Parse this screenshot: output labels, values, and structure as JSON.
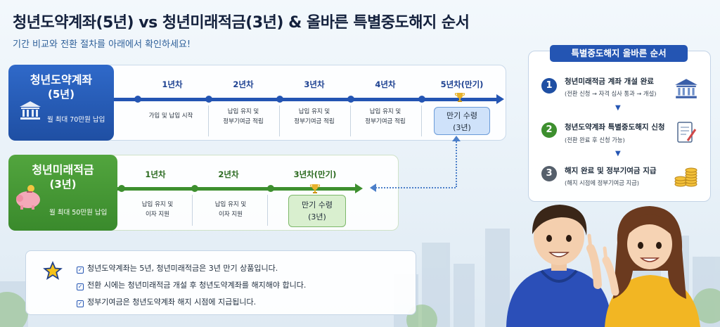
{
  "title": "청년도약계좌(5년) vs 청년미래적금(3년) & 올바른 특별중도해지 순서",
  "subtitle": "기간 비교와 전환 절차를 아래에서 확인하세요!",
  "doyak": {
    "name": "청년도약계좌",
    "years": "(5년)",
    "note": "월 최대 70만원 납입",
    "icon": "bank-icon",
    "color": "#2455b3",
    "timeline": [
      {
        "year": "1년차",
        "desc": [
          "가입 및 납입 시작"
        ]
      },
      {
        "year": "2년차",
        "desc": [
          "납입 유지 및",
          "정부기여금 적립"
        ]
      },
      {
        "year": "3년차",
        "desc": [
          "납입 유지 및",
          "정부기여금 적립"
        ]
      },
      {
        "year": "4년차",
        "desc": [
          "납입 유지 및",
          "정부기여금 적립"
        ]
      },
      {
        "year": "5년차(만기)",
        "desc": []
      }
    ],
    "maturity": {
      "line1": "만기 수령",
      "line2": "(3년)"
    }
  },
  "mirae": {
    "name": "청년미래적금",
    "years": "(3년)",
    "note": "월 최대 50만원 납입",
    "icon": "piggy-bank-icon",
    "color": "#3d8f2e",
    "timeline": [
      {
        "year": "1년차",
        "desc": [
          "납입 유지 및",
          "이자 지원"
        ]
      },
      {
        "year": "2년차",
        "desc": [
          "납입 유지 및",
          "이자 지원"
        ]
      },
      {
        "year": "3년차(만기)",
        "desc": []
      }
    ],
    "maturity": {
      "line1": "만기 수령",
      "line2": "(3년)"
    }
  },
  "notes": {
    "icon": "star-icon",
    "items": [
      "청년도약계좌는 5년, 청년미래적금은 3년 만기 상품입니다.",
      "전환 시에는 청년미래적금 개설 후 청년도약계좌를 해지해야 합니다.",
      "정부기여금은 청년도약계좌 해지 시점에 지급됩니다."
    ]
  },
  "order": {
    "title": "특별중도해지 올바른 순서",
    "steps": [
      {
        "num": "1",
        "title": "청년미래적금 계좌 개설 완료",
        "sub": "(전환 신청 → 자격 심사 통과 → 개설)",
        "color": "#1f4fa3",
        "icon": "bank-icon"
      },
      {
        "num": "2",
        "title": "청년도약계좌 특별중도해지 신청",
        "sub": "(전환 완료 후 신청 가능)",
        "color": "#3d8f2e",
        "icon": "document-pen-icon"
      },
      {
        "num": "3",
        "title": "해지 완료 및 정부기여금 지급",
        "sub": "(해지 시점에 정부기여금 지급)",
        "color": "#555f6b",
        "icon": "coins-icon"
      }
    ]
  }
}
